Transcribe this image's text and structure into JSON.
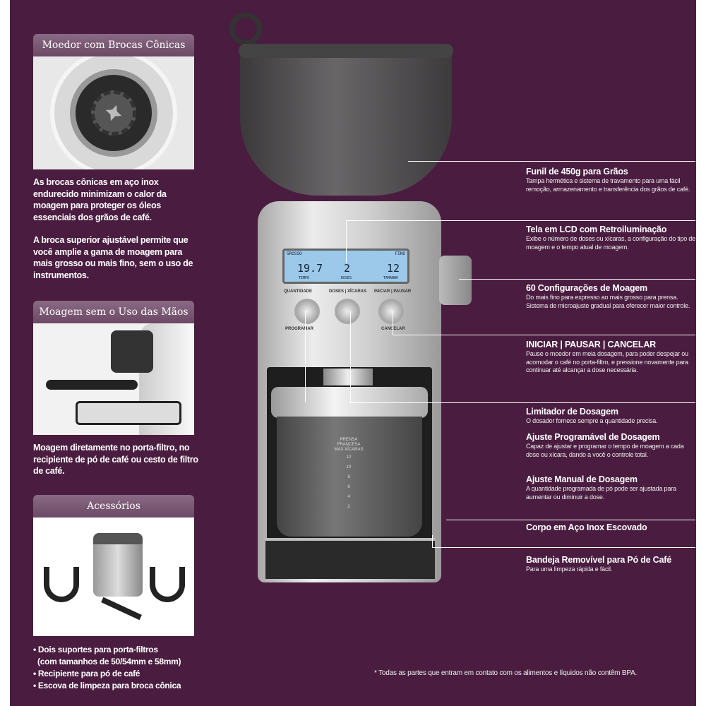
{
  "left": {
    "burr": {
      "title": "Moedor com Brocas Cônicas",
      "paragraphs": [
        "As brocas cônicas em aço inox endurecido minimizam o calor da moagem para proteger os óleos essenciais dos grãos de café.",
        "A broca superior ajustável permite que você amplie a gama de moagem para mais grosso ou mais fino, sem o uso de instrumentos."
      ]
    },
    "handsfree": {
      "title": "Moagem sem o Uso das Mãos",
      "paragraphs": [
        "Moagem diretamente no porta-filtro, no recipiente de pó de café ou cesto de filtro de café."
      ]
    },
    "accessories": {
      "title": "Acessórios",
      "items": [
        "• Dois suportes para porta-filtros",
        "(com tamanhos de 50/54mm e 58mm)",
        "• Recipiente para pó de café",
        "• Escova de limpeza para broca cônica"
      ]
    }
  },
  "machine": {
    "lcd": {
      "top_left": "GROSSO",
      "top_right": "FINO",
      "time": "19.7",
      "time_label": "TEMPO",
      "doses": "2",
      "doses_label": "DOSES",
      "size": "12",
      "size_label": "TAMANHO"
    },
    "buttons": {
      "qty": "QUANTIDADE",
      "doses": "DOSES | XÍCARAS",
      "start": "INICIAR | PAUSAR",
      "program": "PROGRAMAR",
      "cancel": "CANCELAR"
    },
    "jar_scale": [
      "PRENSA FRANCESA",
      "MAX XÍCARAS",
      "12",
      "10",
      "8",
      "6",
      "4",
      "2"
    ]
  },
  "features": [
    {
      "title": "Funil de 450g para Grãos",
      "text": "Tampa hermética e sistema de travamento para uma fácil remoção, armazenamento e transferência dos grãos de café."
    },
    {
      "title": "Tela em LCD com Retroiluminação",
      "text": "Exibe o número de doses ou xícaras, a configuração do tipo de moagem e o tempo atual de moagem."
    },
    {
      "title": "60 Configurações de Moagem",
      "text": "Do mais fino para expresso ao mais grosso para prensa. Sistema de microajuste gradual para oferecer maior controle."
    },
    {
      "title": "INICIAR | PAUSAR | CANCELAR",
      "text": "Pause o moedor em meia dosagem, para poder despejar ou acomodar o café no porta-filtro, e pressione novamente para continuar até alcançar a dose necessária."
    },
    {
      "title": "Limitador de Dosagem",
      "text": "O dosador fornece sempre a quantidade precisa."
    },
    {
      "title": "Ajuste Programável de Dosagem",
      "text": "Capaz de ajustar e programar o tempo de moagem a cada dose ou xícara, dando a você o controle total."
    },
    {
      "title": "Ajuste Manual de Dosagem",
      "text": "A quantidade programada de pó pode ser ajustada para aumentar ou diminuir a dose."
    },
    {
      "title": "Corpo em Aço Inox Escovado",
      "text": ""
    },
    {
      "title": "Bandeja Removível para Pó de Café",
      "text": "Para uma limpeza rápida e fácil."
    }
  ],
  "footnote": "* Todas as partes que entram em contato com os alimentos e líquidos não contêm BPA.",
  "colors": {
    "background": "#4a1d40",
    "panel_header": "#7a5a74",
    "lcd": "#9cc8ea"
  }
}
